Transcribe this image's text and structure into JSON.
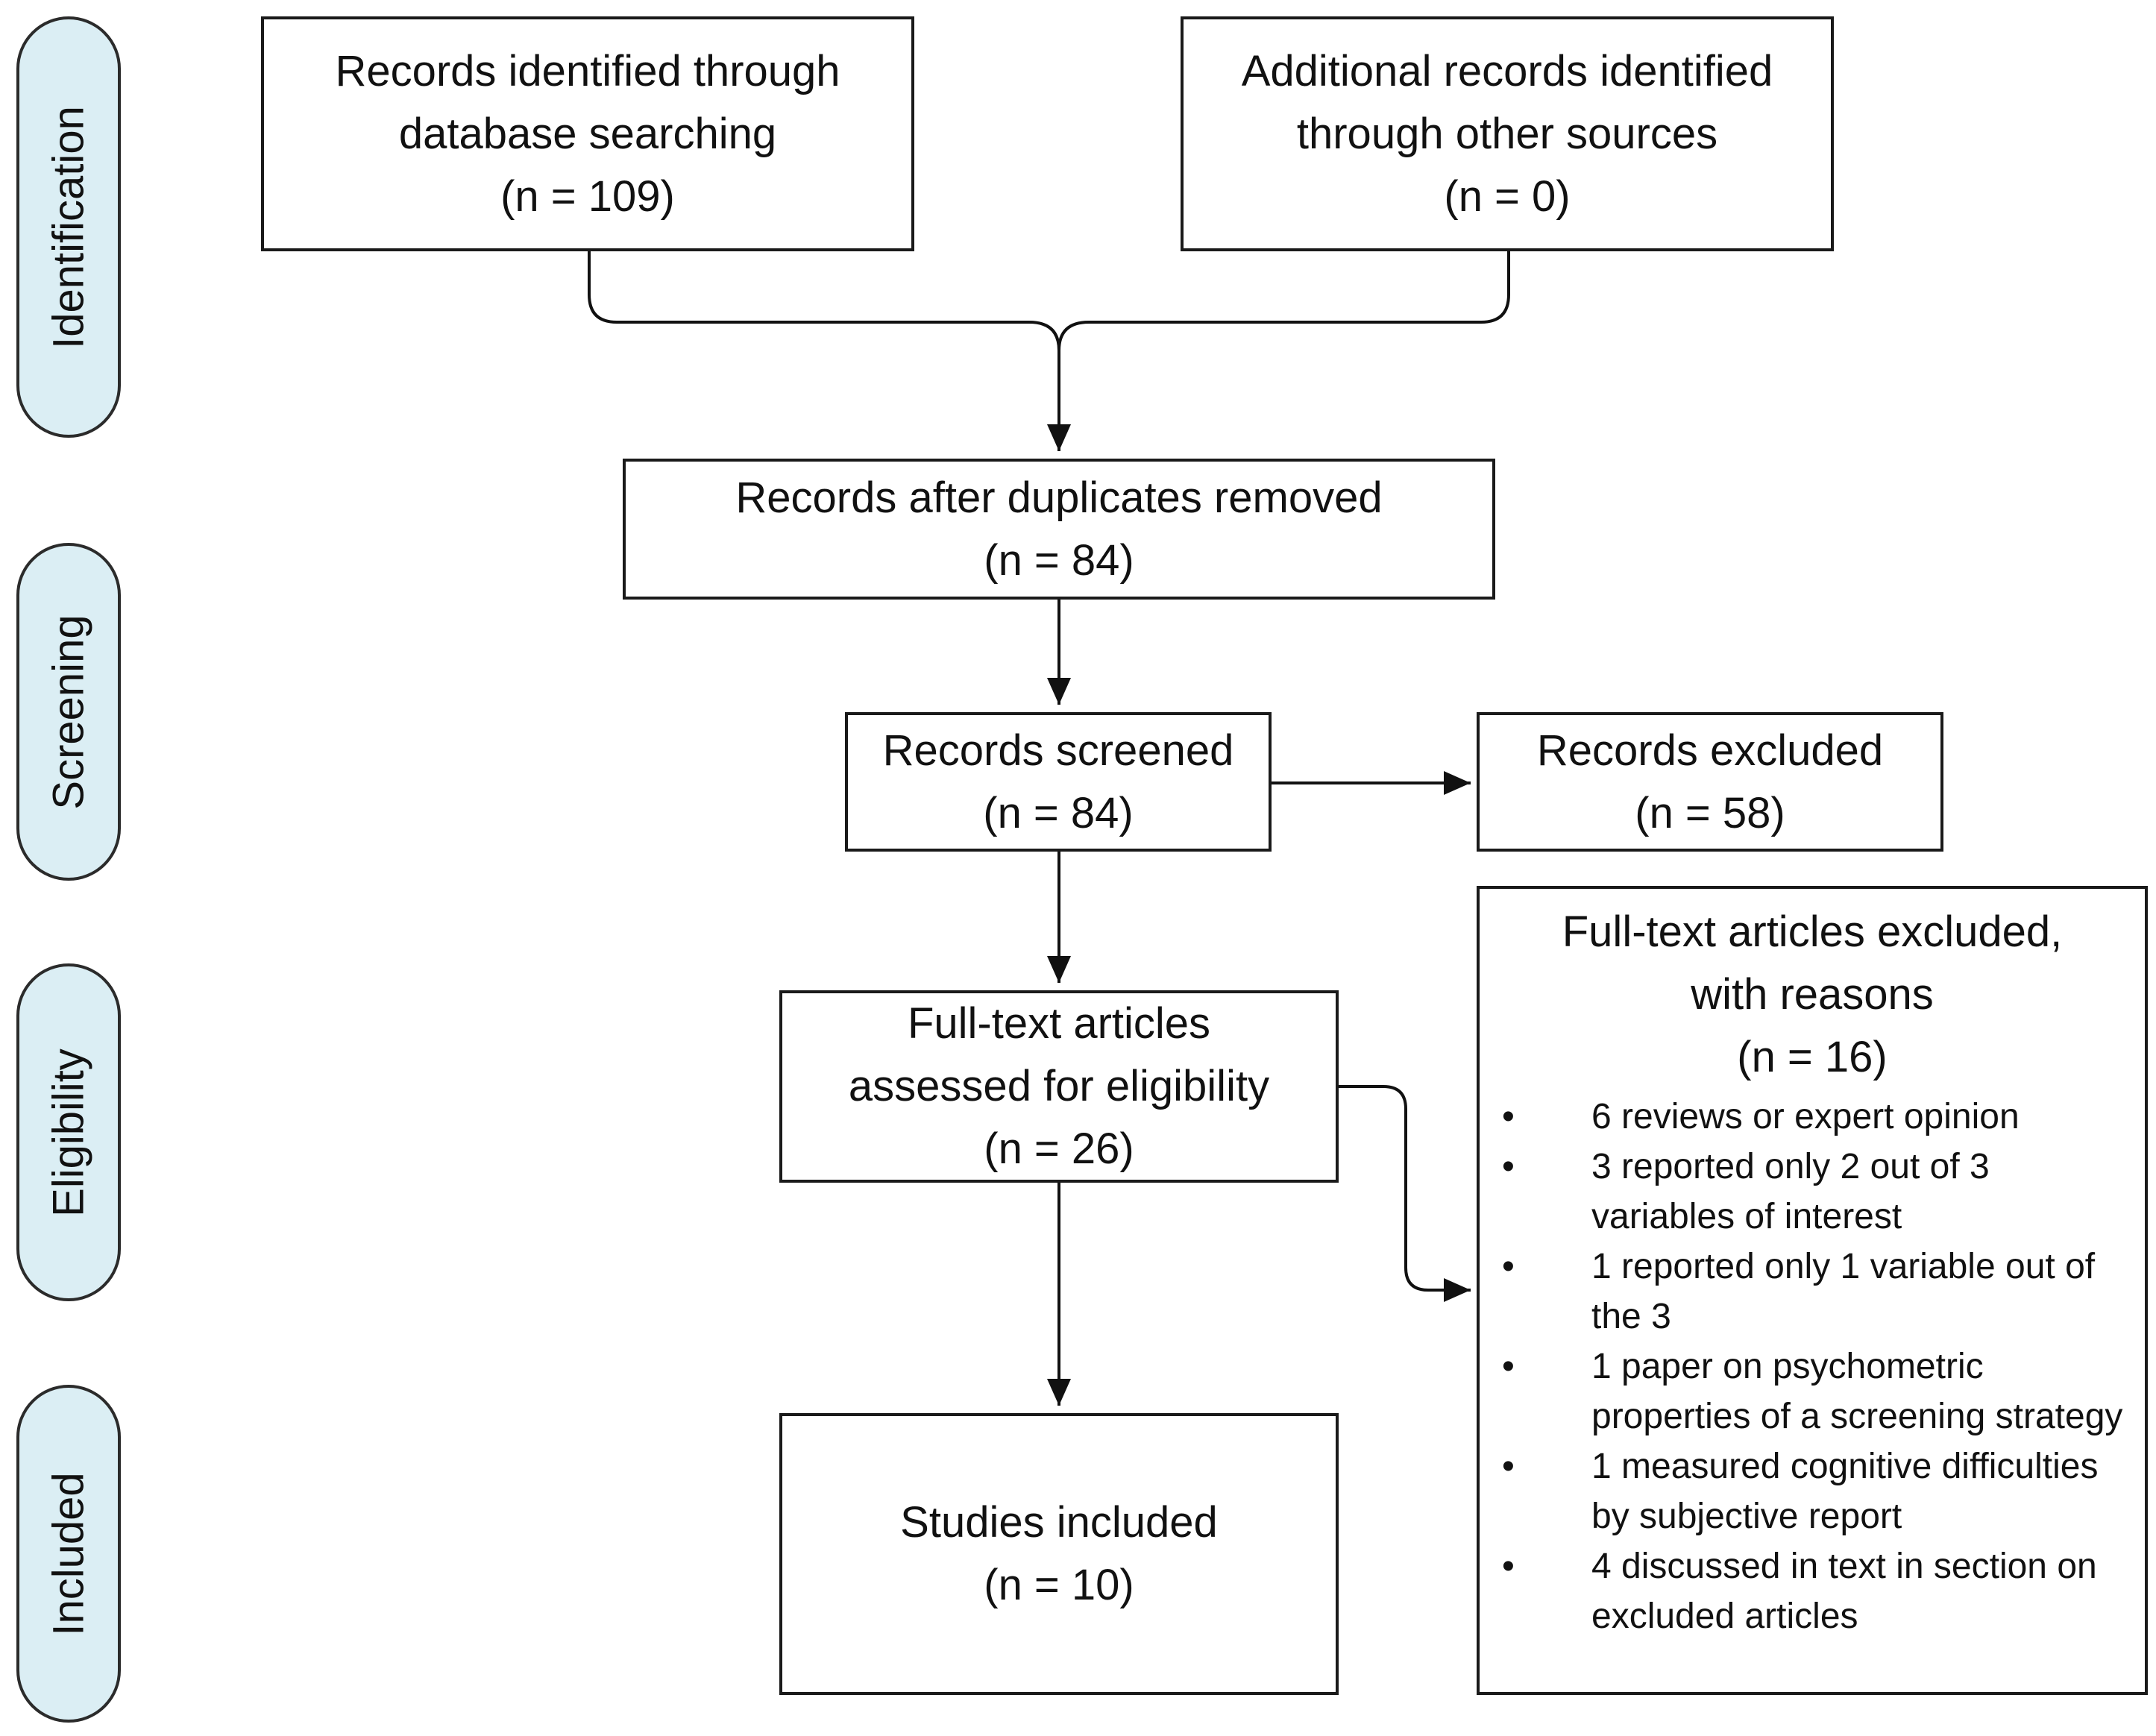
{
  "phases": {
    "identification": "Identification",
    "screening": "Screening",
    "eligibility": "Eligibility",
    "included": "Included"
  },
  "boxes": {
    "database": {
      "line1": "Records identified through",
      "line2": "database searching",
      "count": "(n = 109)"
    },
    "other_sources": {
      "line1": "Additional records identified",
      "line2": "through other sources",
      "count": "(n = 0)"
    },
    "after_duplicates": {
      "line1": "Records after duplicates removed",
      "count": "(n = 84)"
    },
    "screened": {
      "line1": "Records screened",
      "count": "(n = 84)"
    },
    "excluded": {
      "line1": "Records excluded",
      "count": "(n = 58)"
    },
    "fulltext": {
      "line1": "Full-text articles",
      "line2": "assessed for eligibility",
      "count": "(n = 26)"
    },
    "fulltext_excluded": {
      "line1": "Full-text articles excluded,",
      "line2": "with reasons",
      "count": "(n = 16)",
      "reasons": [
        "6 reviews or expert opinion",
        "3 reported only 2 out of 3 variables of interest",
        "1 reported only 1 variable out of the 3",
        "1 paper on psychometric properties of a screening strategy",
        "1 measured cognitive difficulties by subjective report",
        "4 discussed in text in section on excluded articles"
      ]
    },
    "included": {
      "line1": "Studies included",
      "count": "(n = 10)"
    }
  },
  "bullet_glyph": "•",
  "colors": {
    "phase_fill": "#dbeef4",
    "stroke": "#1a1a1a"
  }
}
